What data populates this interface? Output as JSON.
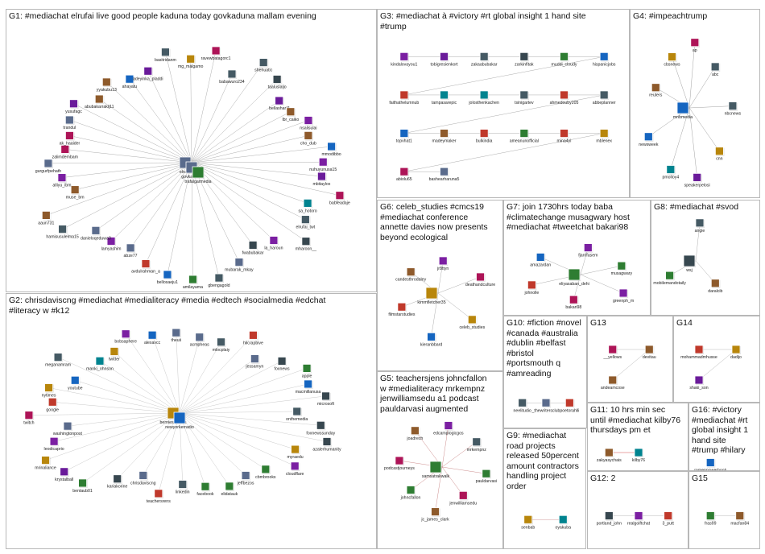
{
  "graph": {
    "groups": [
      {
        "id": "G1",
        "title": "G1: #mediachat elrufai live good people kaduna today govkaduna mallam evening",
        "edge_color": "#9a9a9a",
        "nodes": [
          "ravewbatagorc1",
          "babawuro234",
          "shehuatic",
          "taaluslaljo",
          "bellashariff",
          "lbr_caiko",
          "nsalisulai",
          "cho_dub",
          "mmodibbo",
          "nuhuyunusa15",
          "mbitaylox",
          "babfeadaje",
          "sa_hotoro",
          "elrufai_twt",
          "mharoon__",
          "la_haroun",
          "fwabubakar",
          "mubarak_mkay",
          "gbengagold",
          "amilayama",
          "bellosaeju1",
          "avdulrahman_a",
          "abze77",
          "lamyashim",
          "danieloqeduwa3",
          "hamisusulelma15",
          "aaun731",
          "muse_bm",
          "alliyu_ibm",
          "gurgurfpehath",
          "zalimdembam",
          "ak_haaider",
          "trandul",
          "yusufagc",
          "abubakarrakij11",
          "yyakubu13",
          "ahayatu",
          "adeyinka_pladdi",
          "basitridanm",
          "mg_malgamo",
          "elrufai",
          "govkaduna",
          "trafalgarmedia"
        ]
      },
      {
        "id": "G2",
        "title": "G2: chrisdaviscng #mediachat #medialiteracy #media #edtech #socialmedia #edchat\n#literacy w #k12",
        "edge_color": "#bdbdbd",
        "nodes": [
          "acmpheas",
          "mlocplaiy",
          "hlicrapbive",
          "jessamyn",
          "foxnews",
          "apple",
          "macmillanusa",
          "microsoft",
          "onthemedia",
          "foxnewssunday",
          "azalerhumanity",
          "myraedu",
          "cloudflare",
          "cbmbrooks",
          "jeffbezos",
          "elidatauk",
          "facebook",
          "linkedin",
          "teachersrens",
          "chrisdaviscng",
          "kariakorine",
          "bentaub01",
          "krystalball",
          "mrinaliance",
          "leodicaprio",
          "washingtonpost",
          "twitch",
          "google",
          "nytimes",
          "youtube",
          "meganamram",
          "manki_ohnson",
          "twitter",
          "bobsaphere",
          "alexavcc",
          "theuii",
          "berniesanders",
          "newyorkerradio"
        ]
      },
      {
        "id": "G3",
        "title": "G3: #mediachat à #victory #rt global insight 1 hand site\n#trump",
        "edge_color": "#8a8a8a",
        "nodes": [
          "kindalovayou1",
          "tobigresienkort",
          "zakaabubakar",
          "zarkinfitak",
          "muddi_cloudy",
          "hispanicjobs",
          "faithathelumnub",
          "tampasarepic",
          "jolosthenkachen",
          "tsinigartev",
          "ahmedouby205",
          "abbeplanner",
          "topvhat1",
          "madeymaker",
          "bulkindia",
          "ameanunofficial",
          "mina4yi",
          "mblenex",
          "abiolu65",
          "bashearharuna5"
        ]
      },
      {
        "id": "G4",
        "title": "G4: #impeachtrump",
        "edge_color": "#8a8a8a",
        "nodes": [
          "ap",
          "abc",
          "nbcnews",
          "cnn",
          "speakerpelosi",
          "pmolloy4",
          "newsweek",
          "reuters",
          "cbsnews",
          "mnbmedia"
        ]
      },
      {
        "id": "G5",
        "title": "G5: teachersjens johncfallon\nw #medialiteracy mrkempnz\njenwilliamsedu a1 podcast\npauldarvasi augmented",
        "edge_color": "#c07070",
        "nodes": [
          "edcamplogicgos",
          "mrkempnz",
          "pauldarvasi",
          "jenwilliamsedu",
          "jc_james_clark",
          "johncfallon",
          "podcastjourneys",
          "joadrech",
          "samsatrakwalk"
        ]
      },
      {
        "id": "G6",
        "title": "G6: celeb_studies #cmcs19\n#mediachat conference\nannette davies now presents\nbeyond ecological",
        "edge_color": "#9a9a9a",
        "nodes": [
          "jr8ttyn",
          "deathandculture",
          "celeb_studies",
          "kieranbbard",
          "filmstarstudies",
          "candesthrodaley",
          "kimmfletcher35"
        ]
      },
      {
        "id": "G7",
        "title": "G7: join 1730hrs today baba\n#climatechange musagwary host\n#mediachat #tweetchat bakari98",
        "edge_color": "#9a9a9a",
        "nodes": [
          "fjarrlfasem",
          "musagwary",
          "greenph_m",
          "bakari98",
          "johnolle",
          "amazardan",
          "eliyasaban_dehi"
        ]
      },
      {
        "id": "G8",
        "title": "G8: #mediachat #svod",
        "edge_color": "#9a9a9a",
        "nodes": [
          "angie",
          "daralcib",
          "mobilemandotaily",
          "wsj"
        ]
      },
      {
        "id": "G9",
        "title": "G9: #mediachat\nroad projects\nreleased 50percent\namount contractors\nhandling project\norder",
        "edge_color": "#c07070",
        "nodes": [
          "senbab",
          "oyakuba"
        ]
      },
      {
        "id": "G10",
        "title": "G10: #fiction #novel\n#canada #australia\n#dublin #belfast\n#bristol\n#portsmouth q\n#amreading",
        "edge_color": "#9a9a9a",
        "nodes": [
          "neelitudio",
          "_thewritersclub",
          "poetorahlli"
        ]
      },
      {
        "id": "G11",
        "title": "G11: 10 hrs min sec\nuntil #mediachat kilby76\nthursdays pm et",
        "edge_color": "#c00000",
        "nodes": [
          "zakyasychais",
          "kilby76"
        ]
      },
      {
        "id": "G12",
        "title": "G12: 2",
        "edge_color": "#9a9a9a",
        "nodes": [
          "portland_john",
          "realgoiftchat",
          "3_putt"
        ]
      },
      {
        "id": "G13",
        "title": "G13",
        "edge_color": "#9a9a9a",
        "nodes": [
          "__yellows",
          "devitau",
          "andeamcose"
        ]
      },
      {
        "id": "G14",
        "title": "G14",
        "edge_color": "#9a9a9a",
        "nodes": [
          "mohammadmhusse",
          "dadijo",
          "shaki_son"
        ]
      },
      {
        "id": "G15",
        "title": "G15",
        "edge_color": "#9a9a9a",
        "nodes": [
          "fras99",
          "macfan84"
        ]
      },
      {
        "id": "G16",
        "title": "G16: #victory\n#mediachat #rt\nglobal insight 1\nhand site\n#trump #hilary",
        "edge_color": "#9a9a9a",
        "nodes": [
          "ramenpowerbook"
        ]
      }
    ]
  }
}
